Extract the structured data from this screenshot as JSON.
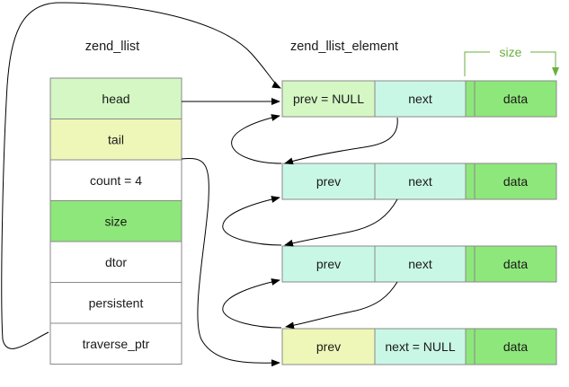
{
  "titles": {
    "list": "zend_llist",
    "element": "zend_llist_element"
  },
  "size_label": "size",
  "list_fields": [
    {
      "label": "head",
      "color": "#d4f7c4"
    },
    {
      "label": "tail",
      "color": "#eef7b8"
    },
    {
      "label": "count = 4",
      "color": "#ffffff"
    },
    {
      "label": "size",
      "color": "#8ee77a"
    },
    {
      "label": "dtor",
      "color": "#ffffff"
    },
    {
      "label": "persistent",
      "color": "#ffffff"
    },
    {
      "label": "traverse_ptr",
      "color": "#ffffff"
    }
  ],
  "elements": [
    {
      "prev": "prev = NULL",
      "next": "next",
      "data": "data",
      "prev_color": "#d4f7c4",
      "next_color": "#c9f7e6"
    },
    {
      "prev": "prev",
      "next": "next",
      "data": "data",
      "prev_color": "#c9f7e6",
      "next_color": "#c9f7e6"
    },
    {
      "prev": "prev",
      "next": "next",
      "data": "data",
      "prev_color": "#c9f7e6",
      "next_color": "#c9f7e6"
    },
    {
      "prev": "prev",
      "next": "next = NULL",
      "data": "data",
      "prev_color": "#eef7b8",
      "next_color": "#c9f7e6"
    }
  ],
  "colors": {
    "data": "#8ee77a",
    "size_bracket": "#6aaf3c",
    "arrow": "#000000"
  }
}
